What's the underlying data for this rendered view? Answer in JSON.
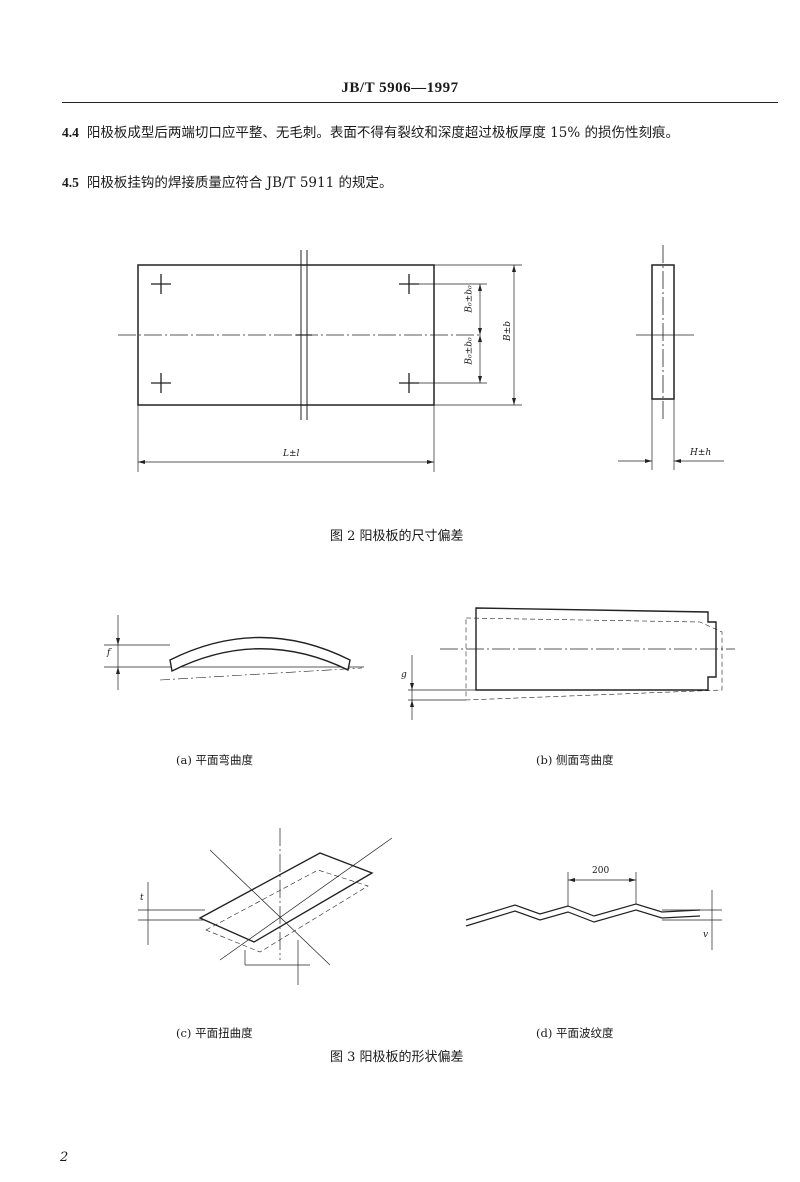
{
  "header": {
    "title": "JB/T 5906—1997"
  },
  "paragraphs": [
    {
      "num": "4.4",
      "text": "阳极板成型后两端切口应平整、无毛刺。表面不得有裂纹和深度超过极板厚度 15% 的损伤性刻痕。"
    },
    {
      "num": "4.5",
      "text": "阳极板挂钩的焊接质量应符合 JB/T 5911 的规定。"
    }
  ],
  "figure2": {
    "caption": "图 2   阳极板的尺寸偏差",
    "labels": {
      "length": "L±l",
      "width": "B±b",
      "half_width_top": "B₀±b₀",
      "half_width_bottom": "B₀±b₀",
      "thickness": "H±h"
    }
  },
  "figure3": {
    "caption": "图 3   阳极板的形状偏差",
    "subfigures": [
      {
        "label": "(a)   平面弯曲度",
        "dim": "f"
      },
      {
        "label": "(b)   侧面弯曲度",
        "dim": "g"
      },
      {
        "label": "(c)   平面扭曲度",
        "dim": "t"
      },
      {
        "label": "(d)   平面波纹度",
        "dim": "v",
        "span": "200"
      }
    ]
  },
  "footer": {
    "page_number": "2"
  }
}
